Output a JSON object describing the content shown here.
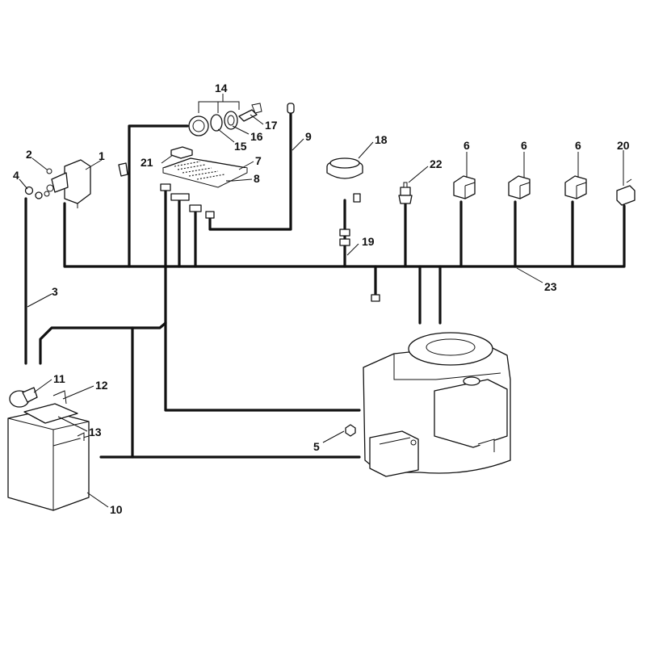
{
  "callouts": {
    "c1": "1",
    "c2": "2",
    "c3": "3",
    "c4": "4",
    "c5": "5",
    "c6a": "6",
    "c6b": "6",
    "c6c": "6",
    "c7": "7",
    "c8": "8",
    "c9": "9",
    "c10": "10",
    "c11": "11",
    "c12": "12",
    "c13": "13",
    "c14": "14",
    "c15": "15",
    "c16": "16",
    "c17": "17",
    "c18": "18",
    "c19": "19",
    "c20": "20",
    "c21": "21",
    "c22": "22",
    "c23": "23"
  }
}
